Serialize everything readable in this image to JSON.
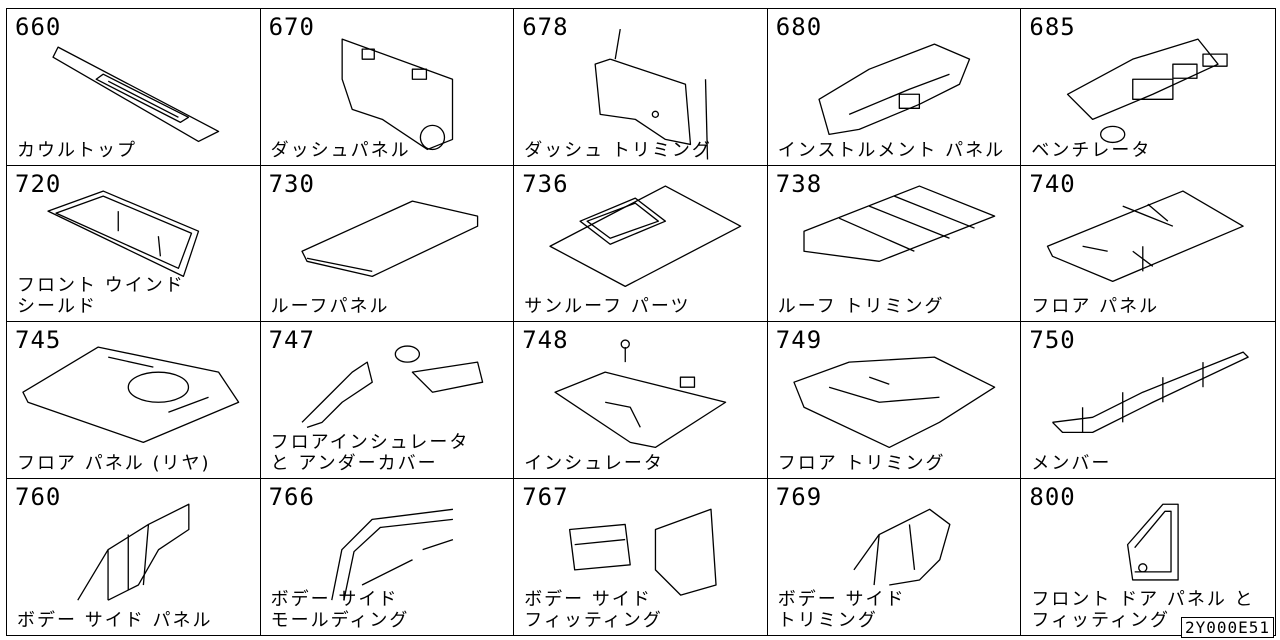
{
  "cells": [
    {
      "num": "660",
      "label": "カウルトップ",
      "icon": "cowl-top-icon"
    },
    {
      "num": "670",
      "label": "ダッシュパネル",
      "icon": "dash-panel-icon"
    },
    {
      "num": "678",
      "label": "ダッシュ トリミング",
      "icon": "dash-trimming-icon"
    },
    {
      "num": "680",
      "label": "インストルメント パネル",
      "icon": "instrument-panel-icon"
    },
    {
      "num": "685",
      "label": "ベンチレータ",
      "icon": "ventilator-icon"
    },
    {
      "num": "720",
      "label": "フロント ウインド\nシールド",
      "icon": "windshield-icon"
    },
    {
      "num": "730",
      "label": "ルーフパネル",
      "icon": "roof-panel-icon"
    },
    {
      "num": "736",
      "label": "サンルーフ パーツ",
      "icon": "sunroof-icon"
    },
    {
      "num": "738",
      "label": "ルーフ トリミング",
      "icon": "roof-trimming-icon"
    },
    {
      "num": "740",
      "label": "フロア パネル",
      "icon": "floor-panel-icon"
    },
    {
      "num": "745",
      "label": "フロア パネル (リヤ)",
      "icon": "rear-floor-panel-icon"
    },
    {
      "num": "747",
      "label": "フロアインシュレータ\nと アンダーカバー",
      "icon": "floor-insulator-icon"
    },
    {
      "num": "748",
      "label": "インシュレータ",
      "icon": "insulator-icon"
    },
    {
      "num": "749",
      "label": "フロア トリミング",
      "icon": "floor-trimming-icon"
    },
    {
      "num": "750",
      "label": "メンバー",
      "icon": "member-frame-icon"
    },
    {
      "num": "760",
      "label": "ボデー サイド パネル",
      "icon": "body-side-panel-icon"
    },
    {
      "num": "766",
      "label": "ボデー サイド\nモールディング",
      "icon": "side-molding-icon"
    },
    {
      "num": "767",
      "label": "ボデー サイド\nフィッティング",
      "icon": "side-fitting-icon"
    },
    {
      "num": "769",
      "label": "ボデー サイド\nトリミング",
      "icon": "side-trimming-icon"
    },
    {
      "num": "800",
      "label": "フロント ドア パネル と\nフィッティング",
      "icon": "front-door-icon"
    }
  ],
  "code": "2Y000E51"
}
